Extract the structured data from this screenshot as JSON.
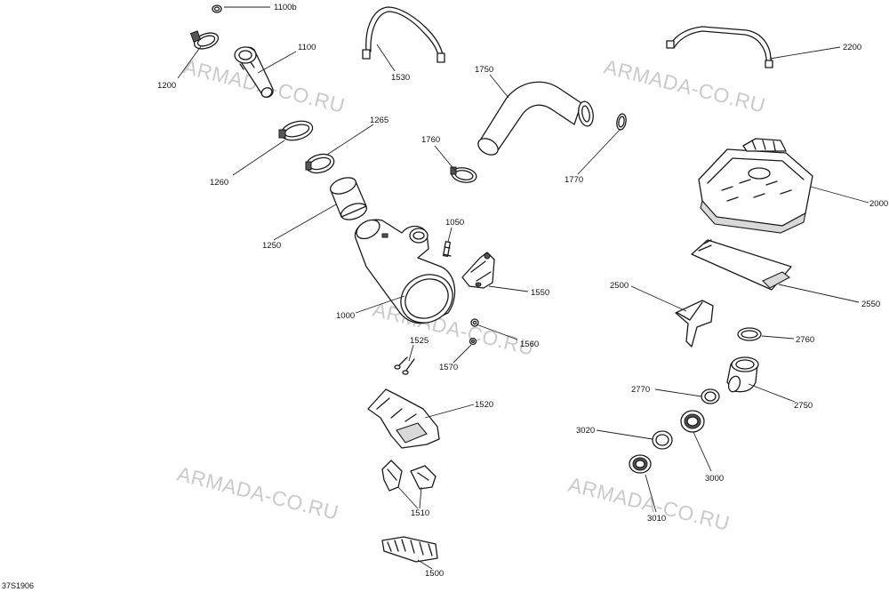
{
  "diagram_ref": "37S1906",
  "watermark_text": "ARMADA-CO.RU",
  "callouts": {
    "p1100b": "1100b",
    "p1100": "1100",
    "p1200": "1200",
    "p1530": "1530",
    "p1750": "1750",
    "p2200": "2200",
    "p1265": "1265",
    "p1260": "1260",
    "p1760": "1760",
    "p1770": "1770",
    "p2000": "2000",
    "p1250": "1250",
    "p1050": "1050",
    "p1550": "1550",
    "p2500": "2500",
    "p2550": "2550",
    "p1000": "1000",
    "p1525": "1525",
    "p1560": "1560",
    "p2760": "2760",
    "p1570": "1570",
    "p2770": "2770",
    "p2750": "2750",
    "p1520": "1520",
    "p3020": "3020",
    "p3000": "3000",
    "p1510": "1510",
    "p3010": "3010",
    "p1500": "1500"
  }
}
